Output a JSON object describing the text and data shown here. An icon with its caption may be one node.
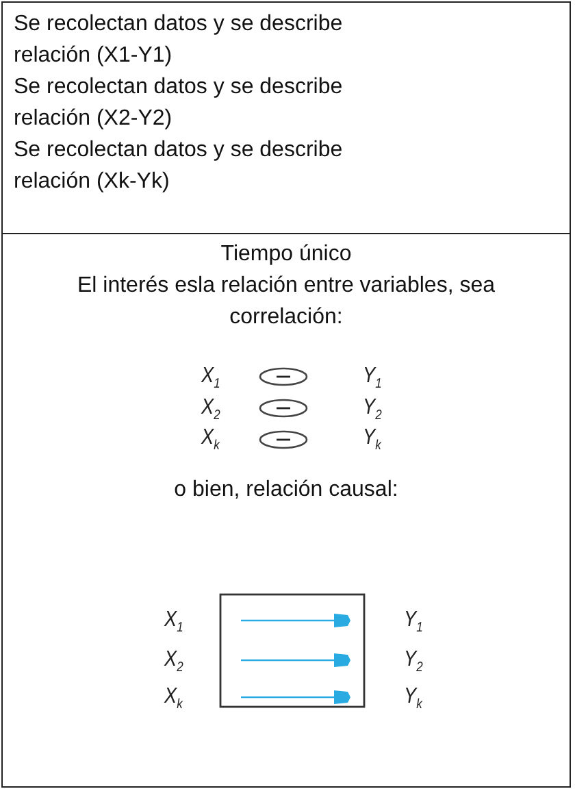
{
  "diagram": {
    "nodes": [
      {
        "text": [
          "Se recolectan datos y se describe relación (X1-Y1)",
          "Se recolectan datos y se describe relación (X2-Y2)",
          "Se recolectan datos y se describe relación (Xk-Yk)"
        ]
      },
      {
        "text": [
          "Tiempo único",
          "El interés esla relación entre variables, sea correlación:",
          "o bien, relación causal:"
        ]
      }
    ],
    "labels": [
      "X$_{1}$",
      "Y$_{1}$",
      "X$_{2}$",
      "Y$_{2}$",
      "X$_{k}$",
      "Y$_{k}$",
      "X$_{1}$",
      "Y$_{1}$",
      "X$_{2}$",
      "Y$_{2}$",
      "X$_{k}$",
      "Y$_{k}$"
    ]
  }
}
